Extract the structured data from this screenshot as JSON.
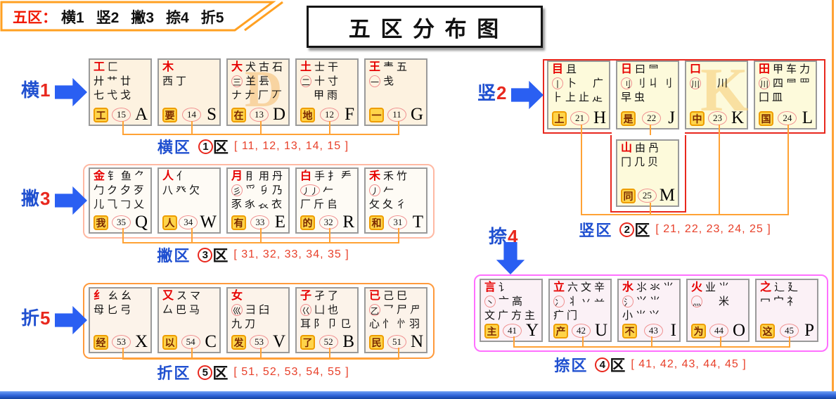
{
  "header": {
    "prefix": "五区：",
    "items": [
      "横1",
      "竖2",
      "撇3",
      "捺4",
      "折5"
    ]
  },
  "title": "五 区 分 布 图",
  "colors": {
    "accent_orange": "#FFA235",
    "red_radical": "#E60000",
    "blue_label": "#2050D0",
    "arrow_blue": "#2A5FF2",
    "badge_yellow": "#FFD44A",
    "badge_border": "#EE9D00",
    "badge_text": "#7A2800",
    "zone2_border": "#E8281E",
    "zone3_border": "#FFB9A3",
    "zone4_border": "#FF70FF",
    "zone5_border": "#FF9A3C",
    "codes_red": "#E8402A",
    "bottom_bar_blue": "#2E63D8"
  },
  "groups": [
    {
      "id": "heng",
      "label": "横",
      "label_num": "1",
      "zone": {
        "name": "横区",
        "num": "1",
        "suffix": "区",
        "codes": "[ 11, 12, 13, 14, 15 ]"
      },
      "keys": [
        {
          "letter": "A",
          "code": "15",
          "badge": "工",
          "red": "工",
          "circled": null,
          "watermark": null,
          "lines": [
            [
              "匚"
            ],
            [
              "廾",
              "艹",
              "廿"
            ],
            [
              "七",
              "弋",
              "戈"
            ]
          ]
        },
        {
          "letter": "S",
          "code": "14",
          "badge": "要",
          "red": "木",
          "circled": null,
          "watermark": null,
          "lines": [
            [],
            [
              "西",
              "丁"
            ]
          ]
        },
        {
          "letter": "D",
          "code": "13",
          "badge": "在",
          "red": "大",
          "circled": "三",
          "watermark": "D",
          "lines": [
            [
              "犬",
              "古",
              "石"
            ],
            [
              "𦍌",
              "镸"
            ],
            [
              "ナ",
              "𠂇",
              "厂",
              "丆"
            ]
          ]
        },
        {
          "letter": "F",
          "code": "12",
          "badge": "地",
          "red": "土",
          "circled": "二",
          "watermark": null,
          "lines": [
            [
              "士",
              "干"
            ],
            [
              "十",
              "寸"
            ],
            [
              "",
              "甲",
              "雨"
            ]
          ]
        },
        {
          "letter": "G",
          "code": "11",
          "badge": "一",
          "red": "王",
          "circled": "一",
          "watermark": null,
          "lines": [
            [
              "龶",
              "五"
            ],
            [
              "戋"
            ]
          ]
        }
      ]
    },
    {
      "id": "shu",
      "label": "竖",
      "label_num": "2",
      "zone": {
        "name": "竖区",
        "num": "2",
        "suffix": "区",
        "codes": "[ 21, 22, 23, 24, 25 ]"
      },
      "keys": [
        {
          "letter": "H",
          "code": "21",
          "badge": "上",
          "red": "目",
          "circled": "丨",
          "watermark": null,
          "lines": [
            [
              "且"
            ],
            [
              "卜",
              "𠂋",
              "广"
            ],
            [
              "⺊",
              "上",
              "止",
              "龰"
            ]
          ]
        },
        {
          "letter": "J",
          "code": "22",
          "badge": "是",
          "red": "日",
          "circled": "刂",
          "watermark": null,
          "lines": [
            [
              "曰",
              "⺜"
            ],
            [
              "⺉",
              "丩",
              "刂"
            ],
            [
              "早",
              "虫"
            ]
          ]
        },
        {
          "letter": "K",
          "code": "23",
          "badge": "中",
          "red": "口",
          "circled": "川",
          "watermark": "K",
          "lines": [
            [],
            [
              "",
              "川"
            ]
          ]
        },
        {
          "letter": "L",
          "code": "24",
          "badge": "国",
          "red": "田",
          "circled": "川",
          "watermark": null,
          "lines": [
            [
              "甲",
              "车",
              "力"
            ],
            [
              "四",
              "⺜",
              "罒"
            ],
            [
              "囗",
              "皿"
            ]
          ]
        },
        {
          "letter": "M",
          "code": "25",
          "badge": "同",
          "red": "山",
          "circled": null,
          "watermark": null,
          "lines": [
            [
              "由",
              "冎"
            ],
            [
              "冂",
              "几",
              "贝"
            ]
          ]
        }
      ]
    },
    {
      "id": "pie",
      "label": "撇",
      "label_num": "3",
      "zone": {
        "name": "撇区",
        "num": "3",
        "suffix": "区",
        "codes": "[ 31, 32, 33, 34, 35 ]"
      },
      "keys": [
        {
          "letter": "Q",
          "code": "35",
          "badge": "我",
          "red": "金",
          "circled": null,
          "watermark": null,
          "lines": [
            [
              "钅",
              "鱼",
              "⺈"
            ],
            [
              "勹",
              "ク",
              "夕",
              "歹"
            ],
            [
              "儿",
              "⺄",
              "𠃌",
              "乂"
            ]
          ]
        },
        {
          "letter": "W",
          "code": "34",
          "badge": "人",
          "red": "人",
          "circled": null,
          "watermark": null,
          "lines": [
            [
              "亻"
            ],
            [
              "八",
              "癶",
              "欠"
            ]
          ]
        },
        {
          "letter": "E",
          "code": "33",
          "badge": "有",
          "red": "月",
          "circled": "彡",
          "watermark": null,
          "lines": [
            [
              "⺝",
              "用",
              "丹"
            ],
            [
              "爫",
              "𠂎",
              "乃"
            ],
            [
              "豕",
              "𧰨",
              "𧘇",
              "⾐"
            ]
          ]
        },
        {
          "letter": "R",
          "code": "32",
          "badge": "的",
          "red": "白",
          "circled": "丿丿",
          "watermark": null,
          "lines": [
            [
              "手",
              "扌",
              "龵"
            ],
            [
              "𠂉"
            ],
            [
              "厂",
              "斤",
              "𠂤"
            ]
          ]
        },
        {
          "letter": "T",
          "code": "31",
          "badge": "和",
          "red": "禾",
          "circled": "丿",
          "watermark": null,
          "lines": [
            [
              "⽲",
              "竹"
            ],
            [
              "𠂉"
            ],
            [
              "攵",
              "夂",
              "彳"
            ]
          ]
        }
      ]
    },
    {
      "id": "na",
      "label": "捺",
      "label_num": "4",
      "zone": {
        "name": "捺区",
        "num": "4",
        "suffix": "区",
        "codes": "[ 41, 42, 43, 44, 45 ]"
      },
      "keys": [
        {
          "letter": "Y",
          "code": "41",
          "badge": "主",
          "red": "言",
          "circled": "丶",
          "watermark": null,
          "lines": [
            [
              "讠"
            ],
            [
              "亠",
              "高"
            ],
            [
              "文",
              "广",
              "方",
              "主"
            ]
          ]
        },
        {
          "letter": "U",
          "code": "42",
          "badge": "产",
          "red": "立",
          "circled": "冫",
          "watermark": null,
          "lines": [
            [
              "六",
              "文",
              "辛"
            ],
            [
              "丬",
              "丷",
              "䒑"
            ],
            [
              "疒",
              "门"
            ]
          ]
        },
        {
          "letter": "I",
          "code": "43",
          "badge": "不",
          "red": "水",
          "circled": "氵",
          "watermark": null,
          "lines": [
            [
              "⺢",
              "氺",
              "⺌"
            ],
            [
              "⺍",
              "⺌"
            ],
            [
              "小",
              "⺌",
              "⺍"
            ]
          ]
        },
        {
          "letter": "O",
          "code": "44",
          "badge": "为",
          "red": "火",
          "circled": "灬",
          "watermark": null,
          "lines": [
            [
              "业",
              "⺌"
            ],
            [
              "",
              "米"
            ]
          ]
        },
        {
          "letter": "P",
          "code": "45",
          "badge": "这",
          "red": "之",
          "circled": null,
          "watermark": null,
          "lines": [
            [
              "辶",
              "廴"
            ],
            [
              "冖",
              "宀",
              "礻"
            ]
          ]
        }
      ]
    },
    {
      "id": "zhe",
      "label": "折",
      "label_num": "5",
      "zone": {
        "name": "折区",
        "num": "5",
        "suffix": "区",
        "codes": "[ 51, 52, 53, 54, 55 ]"
      },
      "keys": [
        {
          "letter": "X",
          "code": "53",
          "badge": "经",
          "red": "纟",
          "circled": null,
          "watermark": null,
          "lines": [
            [
              "ㄠ",
              "幺"
            ],
            [
              "母",
              "匕",
              "弓"
            ]
          ]
        },
        {
          "letter": "C",
          "code": "54",
          "badge": "以",
          "red": "又",
          "circled": null,
          "watermark": null,
          "lines": [
            [
              "ス",
              "マ"
            ],
            [
              "厶",
              "巴",
              "马"
            ]
          ]
        },
        {
          "letter": "V",
          "code": "53",
          "badge": "发",
          "red": "女",
          "circled": "巛",
          "watermark": null,
          "lines": [
            [],
            [
              "彐",
              "臼"
            ],
            [
              "九",
              "刀"
            ]
          ]
        },
        {
          "letter": "B",
          "code": "52",
          "badge": "了",
          "red": "子",
          "circled": "巜",
          "watermark": null,
          "lines": [
            [
              "孑",
              "了"
            ],
            [
              "凵",
              "也"
            ],
            [
              "耳",
              "阝",
              "卩",
              "㔾"
            ]
          ]
        },
        {
          "letter": "N",
          "code": "51",
          "badge": "民",
          "red": "已",
          "circled": "乙",
          "watermark": null,
          "lines": [
            [
              "己",
              "巳"
            ],
            [
              "乛",
              "尸",
              "𠃜"
            ],
            [
              "心",
              "忄",
              "㣺",
              "羽"
            ]
          ]
        }
      ]
    }
  ]
}
